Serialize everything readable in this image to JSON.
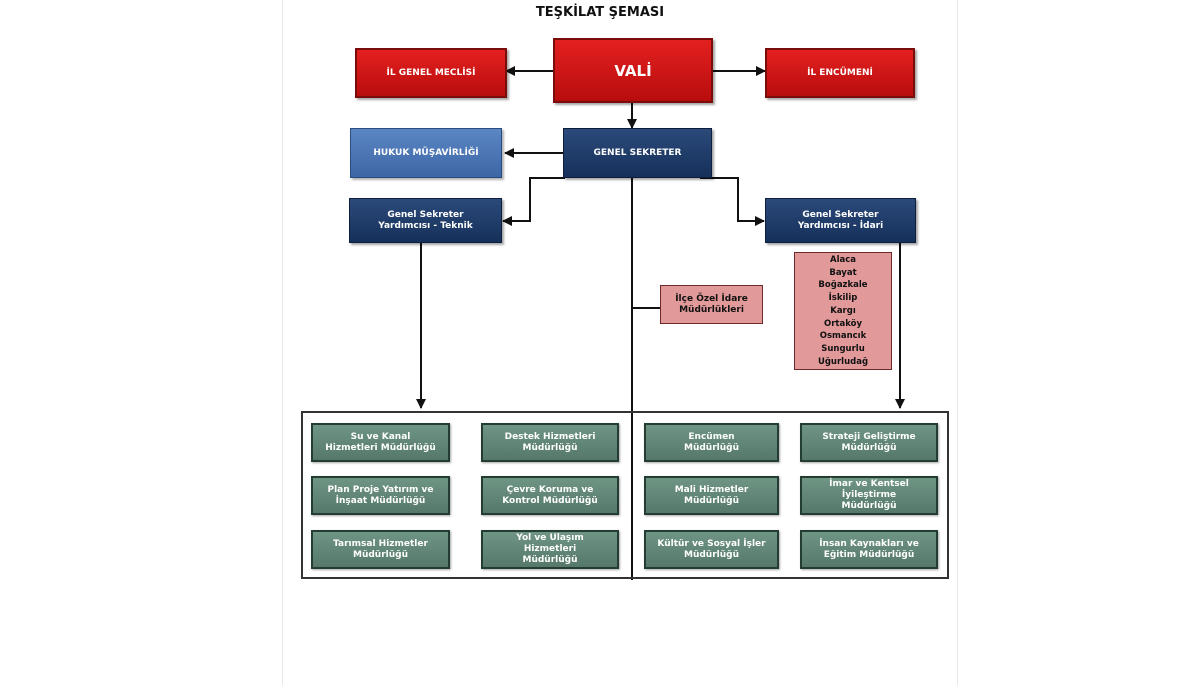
{
  "title": "TEŞKİLAT ŞEMASI",
  "top": {
    "vali": "VALİ",
    "meclis": "İL GENEL MECLİSİ",
    "encumen": "İL ENCÜMENİ"
  },
  "second": {
    "genel_sekreter": "GENEL SEKRETER",
    "hukuk": "HUKUK MÜŞAVİRLİĞİ"
  },
  "deputies": {
    "teknik": "Genel Sekreter Yardımcısı - Teknik",
    "idari": "Genel Sekreter Yardımcısı - İdari"
  },
  "ilce": {
    "label": "İlçe Özel İdare Müdürlükleri",
    "districts": [
      "Alaca",
      "Bayat",
      "Boğazkale",
      "İskilip",
      "Kargı",
      "Ortaköy",
      "Osmancık",
      "Sungurlu",
      "Uğurludağ"
    ]
  },
  "departments": {
    "col1": [
      "Su ve Kanal Hizmetleri Müdürlüğü",
      "Plan Proje Yatırım ve İnşaat Müdürlüğü",
      "Tarımsal Hizmetler Müdürlüğü"
    ],
    "col2": [
      "Destek Hizmetleri Müdürlüğü",
      "Çevre Koruma ve Kontrol Müdürlüğü",
      "Yol ve Ulaşım Hizmetleri Müdürlüğü"
    ],
    "col3": [
      "Encümen Müdürlüğü",
      "Mali Hizmetler Müdürlüğü",
      "Kültür ve Sosyal İşler Müdürlüğü"
    ],
    "col4": [
      "Strateji Geliştirme Müdürlüğü",
      "İmar ve Kentsel İyileştirme Müdürlüğü",
      "İnsan Kaynakları ve Eğitim Müdürlüğü"
    ]
  },
  "colors": {
    "red": "#d01515",
    "navy": "#1f3a67",
    "blue": "#4a75b5",
    "pink": "#e29999",
    "green": "#628676"
  }
}
